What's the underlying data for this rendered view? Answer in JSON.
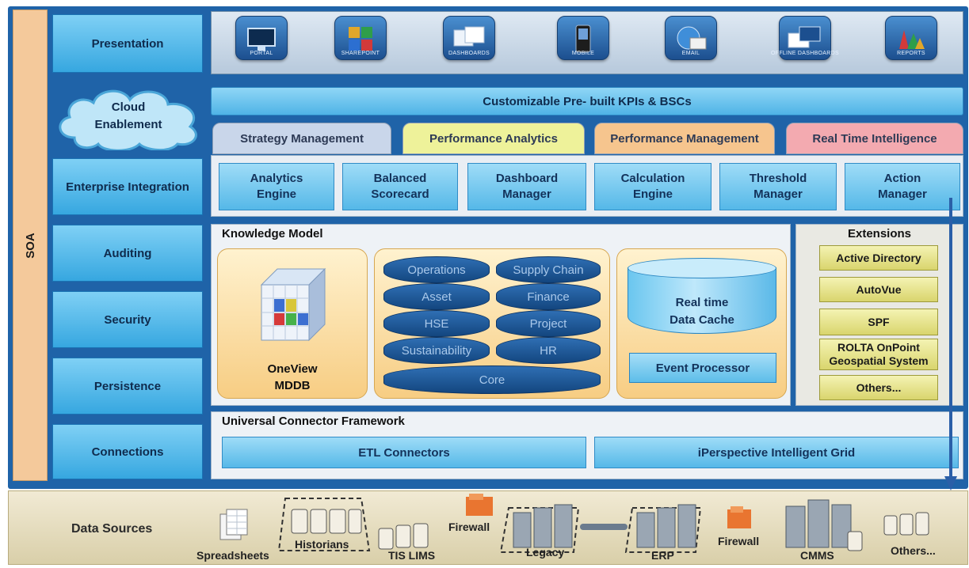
{
  "soa": "SOA",
  "layers": {
    "presentation": "Presentation",
    "cloud": [
      "Cloud",
      "Enablement"
    ],
    "enterprise_integration": "Enterprise Integration",
    "auditing": "Auditing",
    "security": "Security",
    "persistence": "Persistence",
    "connections": "Connections"
  },
  "presentation_icons": [
    {
      "icon": "monitor-icon",
      "caption": "PORTAL"
    },
    {
      "icon": "sharepoint-icon",
      "caption": "SHAREPOINT"
    },
    {
      "icon": "dashboards-icon",
      "caption": "DASHBOARDS"
    },
    {
      "icon": "mobile-icon",
      "caption": "MOBILE"
    },
    {
      "icon": "email-icon",
      "caption": "EMAIL"
    },
    {
      "icon": "offline-dashboards-icon",
      "caption": "OFFLINE DASHBOARDS"
    },
    {
      "icon": "reports-icon",
      "caption": "REPORTS"
    }
  ],
  "kpi_bar": "Customizable Pre- built KPIs & BSCs",
  "tabs": [
    {
      "label": "Strategy Management",
      "color": "#c9d6ea"
    },
    {
      "label": "Performance Analytics",
      "color": "#eef29a"
    },
    {
      "label": "Performance Management",
      "color": "#f6c58e"
    },
    {
      "label": "Real Time Intelligence",
      "color": "#f3aab0"
    }
  ],
  "engines": [
    [
      "Analytics",
      "Engine"
    ],
    [
      "Balanced",
      "Scorecard"
    ],
    [
      "Dashboard",
      "Manager"
    ],
    [
      "Calculation",
      "Engine"
    ],
    [
      "Threshold",
      "Manager"
    ],
    [
      "Action",
      "Manager"
    ]
  ],
  "knowledge_model": {
    "title": "Knowledge Model",
    "olap": [
      "OneView",
      "MDDB"
    ],
    "disks_left": [
      "Operations",
      "Asset",
      "HSE",
      "Sustainability"
    ],
    "disks_right": [
      "Supply Chain",
      "Finance",
      "Project",
      "HR"
    ],
    "core": "Core",
    "cache": [
      "Real time",
      "Data Cache"
    ],
    "event_processor": "Event Processor"
  },
  "extensions": {
    "title": "Extensions",
    "items": [
      "Active Directory",
      "AutoVue",
      "SPF",
      "ROLTA OnPoint Geospatial System",
      "Others..."
    ]
  },
  "ucf": {
    "title": "Universal Connector Framework",
    "etl": "ETL Connectors",
    "grid": "iPerspective Intelligent Grid"
  },
  "data_sources": {
    "label": "Data Sources",
    "items": [
      "Spreadsheets",
      "Historians",
      "TIS LIMS",
      "Firewall",
      "Legacy",
      "ERP",
      "Firewall",
      "CMMS",
      "Others..."
    ]
  }
}
